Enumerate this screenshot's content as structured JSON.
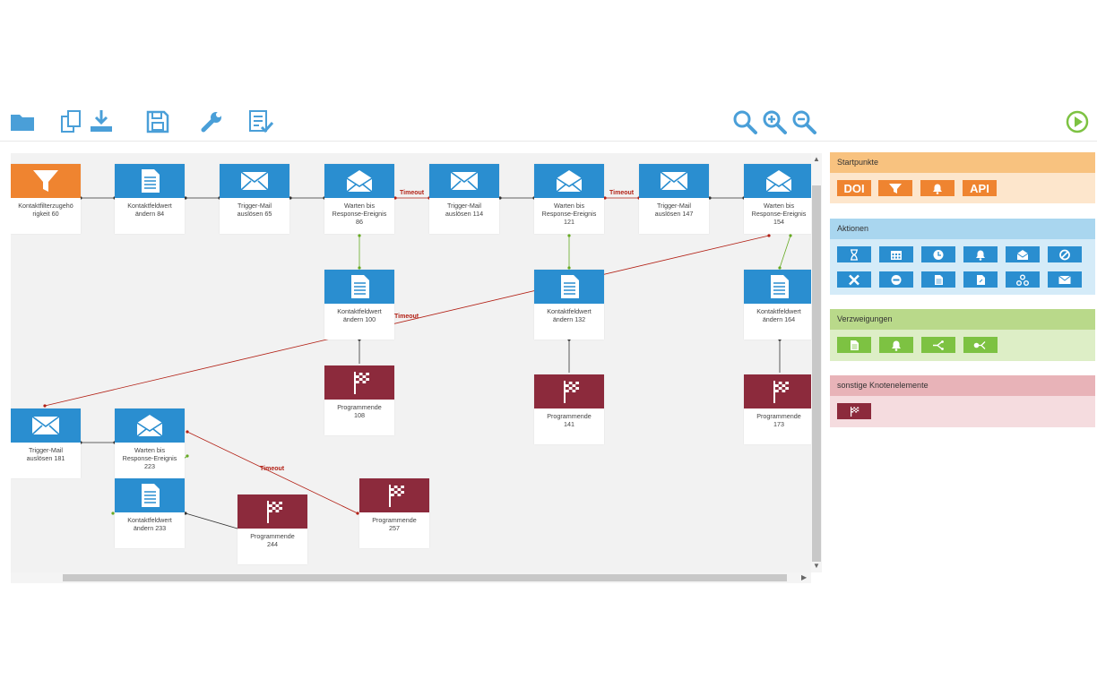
{
  "toolbar": {
    "icons": [
      "folder-icon",
      "copy-icon",
      "download-icon",
      "save-icon",
      "wrench-icon",
      "checklist-icon",
      "zoom-icon",
      "zoom-in-icon",
      "zoom-out-icon",
      "play-icon"
    ]
  },
  "colors": {
    "blue": "#2a8ed0",
    "orange": "#ef8430",
    "darkred": "#8c2a3c",
    "edge_red": "#b21f14",
    "edge_green": "#66aa22",
    "edge_dark": "#333333"
  },
  "nodes": [
    {
      "id": "n60",
      "type": "filter-icon",
      "color": "orange",
      "label": "Kontaktfilterzugehö\nrigkeit 60"
    },
    {
      "id": "n84",
      "type": "document-icon",
      "color": "blue",
      "label": "Kontaktfeldwert\nändern 84"
    },
    {
      "id": "n65",
      "type": "mail-icon",
      "color": "blue",
      "label": "Trigger-Mail\nauslösen 65"
    },
    {
      "id": "n86",
      "type": "open-mail-icon",
      "color": "blue",
      "label": "Warten bis\nResponse-Ereignis\n86"
    },
    {
      "id": "n114",
      "type": "mail-icon",
      "color": "blue",
      "label": "Trigger-Mail\nauslösen 114"
    },
    {
      "id": "n121",
      "type": "open-mail-icon",
      "color": "blue",
      "label": "Warten bis\nResponse-Ereignis\n121"
    },
    {
      "id": "n147",
      "type": "mail-icon",
      "color": "blue",
      "label": "Trigger-Mail\nauslösen 147"
    },
    {
      "id": "n154",
      "type": "open-mail-icon",
      "color": "blue",
      "label": "Warten bis\nResponse-Ereignis\n154"
    },
    {
      "id": "n100",
      "type": "document-icon",
      "color": "blue",
      "label": "Kontaktfeldwert\nändern 100"
    },
    {
      "id": "n132",
      "type": "document-icon",
      "color": "blue",
      "label": "Kontaktfeldwert\nändern 132"
    },
    {
      "id": "n164",
      "type": "document-icon",
      "color": "blue",
      "label": "Kontaktfeldwert\nändern 164"
    },
    {
      "id": "n108",
      "type": "flag-icon",
      "color": "red",
      "label": "Programmende\n108"
    },
    {
      "id": "n141",
      "type": "flag-icon",
      "color": "red",
      "label": "Programmende\n141"
    },
    {
      "id": "n173",
      "type": "flag-icon",
      "color": "red",
      "label": "Programmende\n173"
    },
    {
      "id": "n181",
      "type": "mail-icon",
      "color": "blue",
      "label": "Trigger-Mail\nauslösen 181"
    },
    {
      "id": "n223",
      "type": "open-mail-icon",
      "color": "blue",
      "label": "Warten bis\nResponse-Ereignis\n223"
    },
    {
      "id": "n233",
      "type": "document-icon",
      "color": "blue",
      "label": "Kontaktfeldwert\nändern 233"
    },
    {
      "id": "n244",
      "type": "flag-icon",
      "color": "red",
      "label": "Programmende\n244"
    },
    {
      "id": "n257",
      "type": "flag-icon",
      "color": "red",
      "label": "Programmende\n257"
    }
  ],
  "edge_labels": [
    "Timeout",
    "Timeout",
    "Timeout",
    "Timeout"
  ],
  "panel": {
    "startpunkte": {
      "title": "Startpunkte",
      "doi": "DOI",
      "api": "API",
      "header_color": "#f8c27f",
      "body_color": "#fde6cc",
      "btn_color": "#ef8430"
    },
    "aktionen": {
      "title": "Aktionen",
      "header_color": "#a9d6ef",
      "body_color": "#d4ebf8",
      "btn_color": "#2a8ed0",
      "icons": [
        "hourglass-icon",
        "calendar-icon",
        "clock-icon",
        "bell-icon",
        "open-mail-icon",
        "forbidden-icon",
        "close-icon",
        "minus-icon",
        "document-icon",
        "file-icon",
        "webhook-icon",
        "mail-icon"
      ]
    },
    "verzweigungen": {
      "title": "Verzweigungen",
      "header_color": "#b9d98a",
      "body_color": "#ddeec6",
      "btn_color": "#7dc242",
      "icons": [
        "document-icon",
        "bell-icon",
        "split-icon",
        "timed-split-icon"
      ]
    },
    "sonstige": {
      "title": "sonstige Knotenelemente",
      "header_color": "#e8b3b8",
      "body_color": "#f5dcdf",
      "btn_color": "#8c2a3c",
      "icons": [
        "flag-icon"
      ]
    }
  }
}
